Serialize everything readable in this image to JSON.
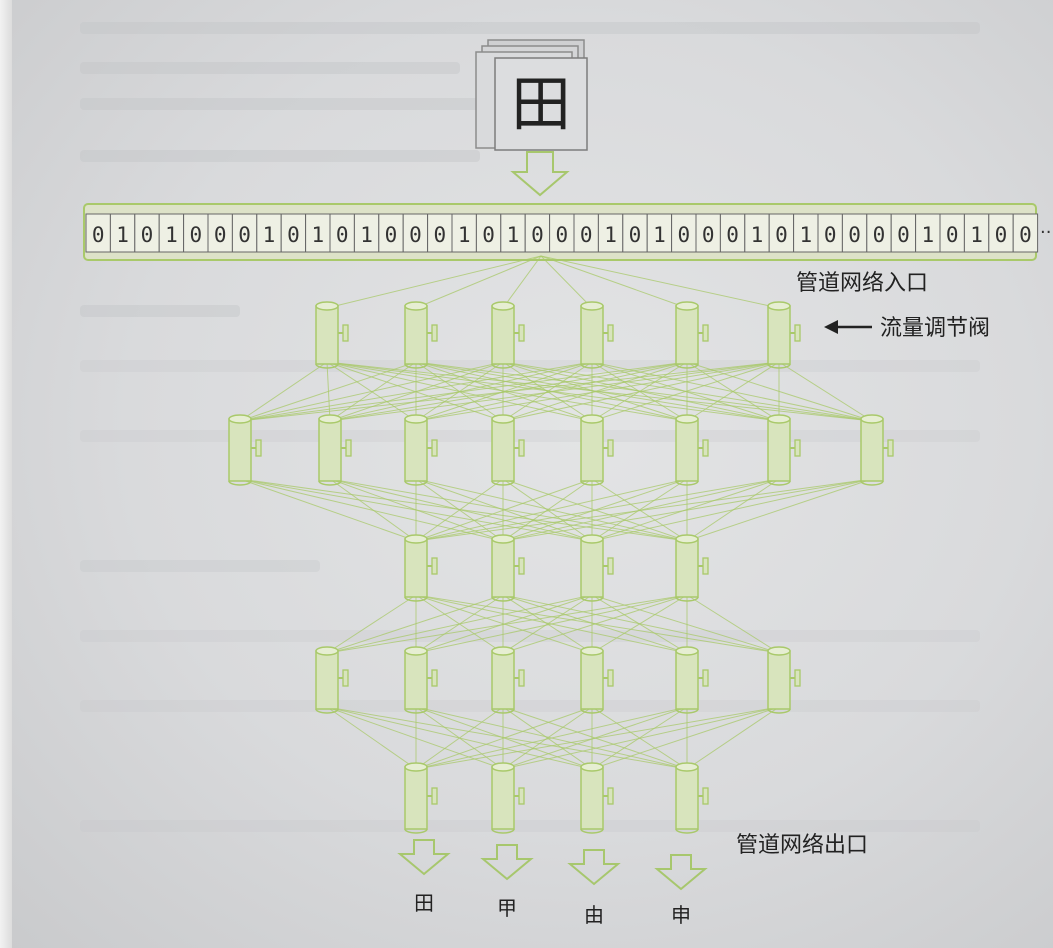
{
  "input_card": {
    "glyph": "田"
  },
  "bit_stream": {
    "bits": "010100010101000101000101000101000010100",
    "ellipsis": "··"
  },
  "labels": {
    "entrance": "管道网络入口",
    "valve": "流量调节阀",
    "exit": "管道网络出口"
  },
  "outputs": [
    "田",
    "甲",
    "由",
    "申"
  ],
  "colors": {
    "pipe": "#a9c96a",
    "pipe_fill": "#d8e4bd",
    "arrow": "#a7c76d",
    "text": "#222222"
  }
}
